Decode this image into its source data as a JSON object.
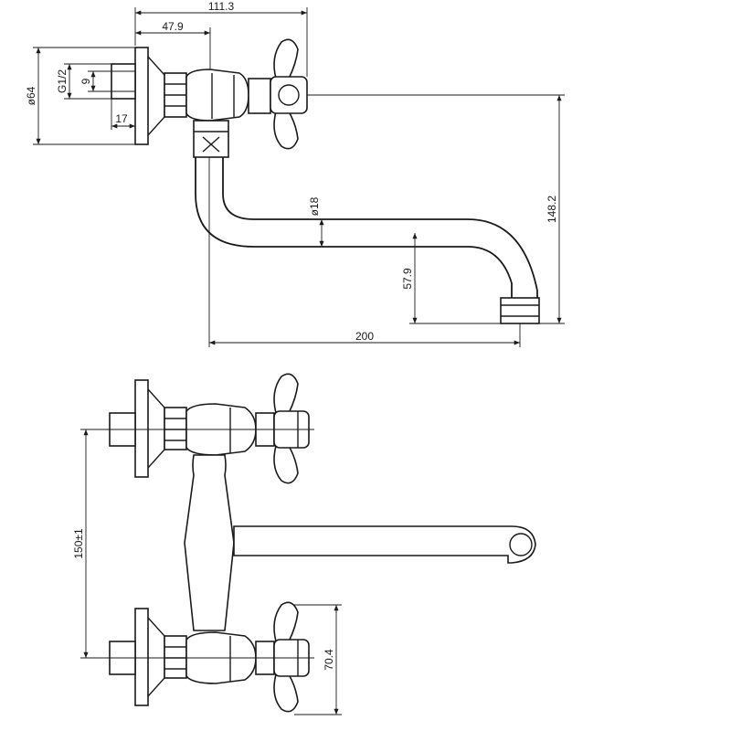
{
  "dimensions": {
    "overall_depth": "111.3",
    "body_offset": "47.9",
    "flange_diameter": "ø64",
    "thread": "G1/2",
    "thread_length": "9",
    "flange_depth": "17",
    "pipe_diameter": "ø18",
    "overall_height": "148.2",
    "spout_drop": "57.9",
    "spout_reach": "200",
    "center_distance": "150±1",
    "handle_height": "70.4"
  },
  "colors": {
    "line": "#1a1a1a",
    "background": "#ffffff"
  }
}
